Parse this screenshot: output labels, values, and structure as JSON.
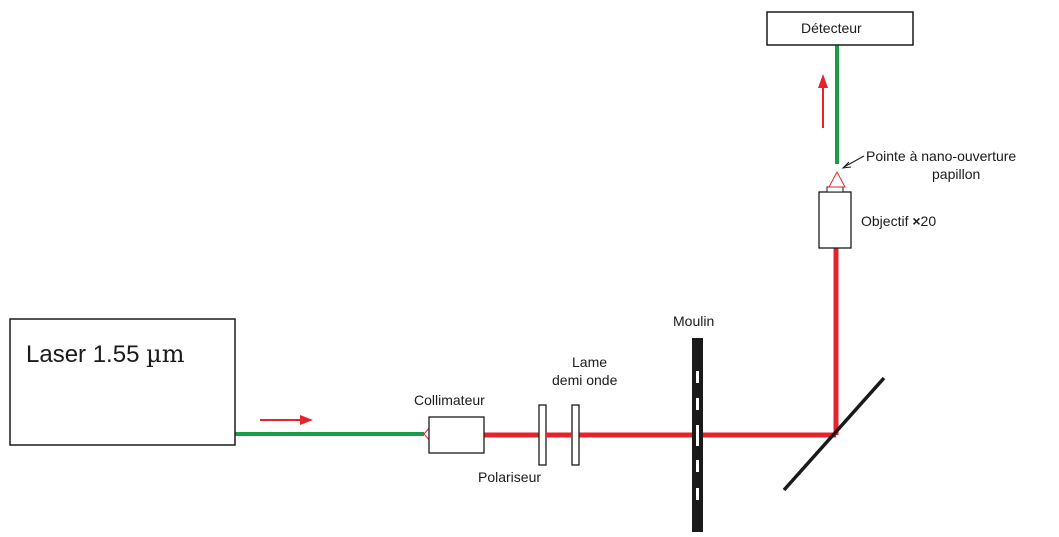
{
  "laser": {
    "label": "Laser 1.55 ",
    "unit": "µm"
  },
  "collimator": {
    "label": "Collimateur"
  },
  "polarizer": {
    "label": "Polariseur"
  },
  "half_wave_plate": {
    "line1": "Lame",
    "line2": "demi onde"
  },
  "chopper": {
    "label": "Moulin"
  },
  "objective": {
    "label": "Objectif ",
    "cross": "×",
    "magnification": "20"
  },
  "tip": {
    "line1": "Pointe à nano-ouverture",
    "line2": "papillon"
  },
  "detector": {
    "label": "Détecteur"
  },
  "colors": {
    "fiber": "#1a9d48",
    "free_beam": "#e5232b",
    "arrow": "#e5232b",
    "outline": "#1a1a1a"
  }
}
